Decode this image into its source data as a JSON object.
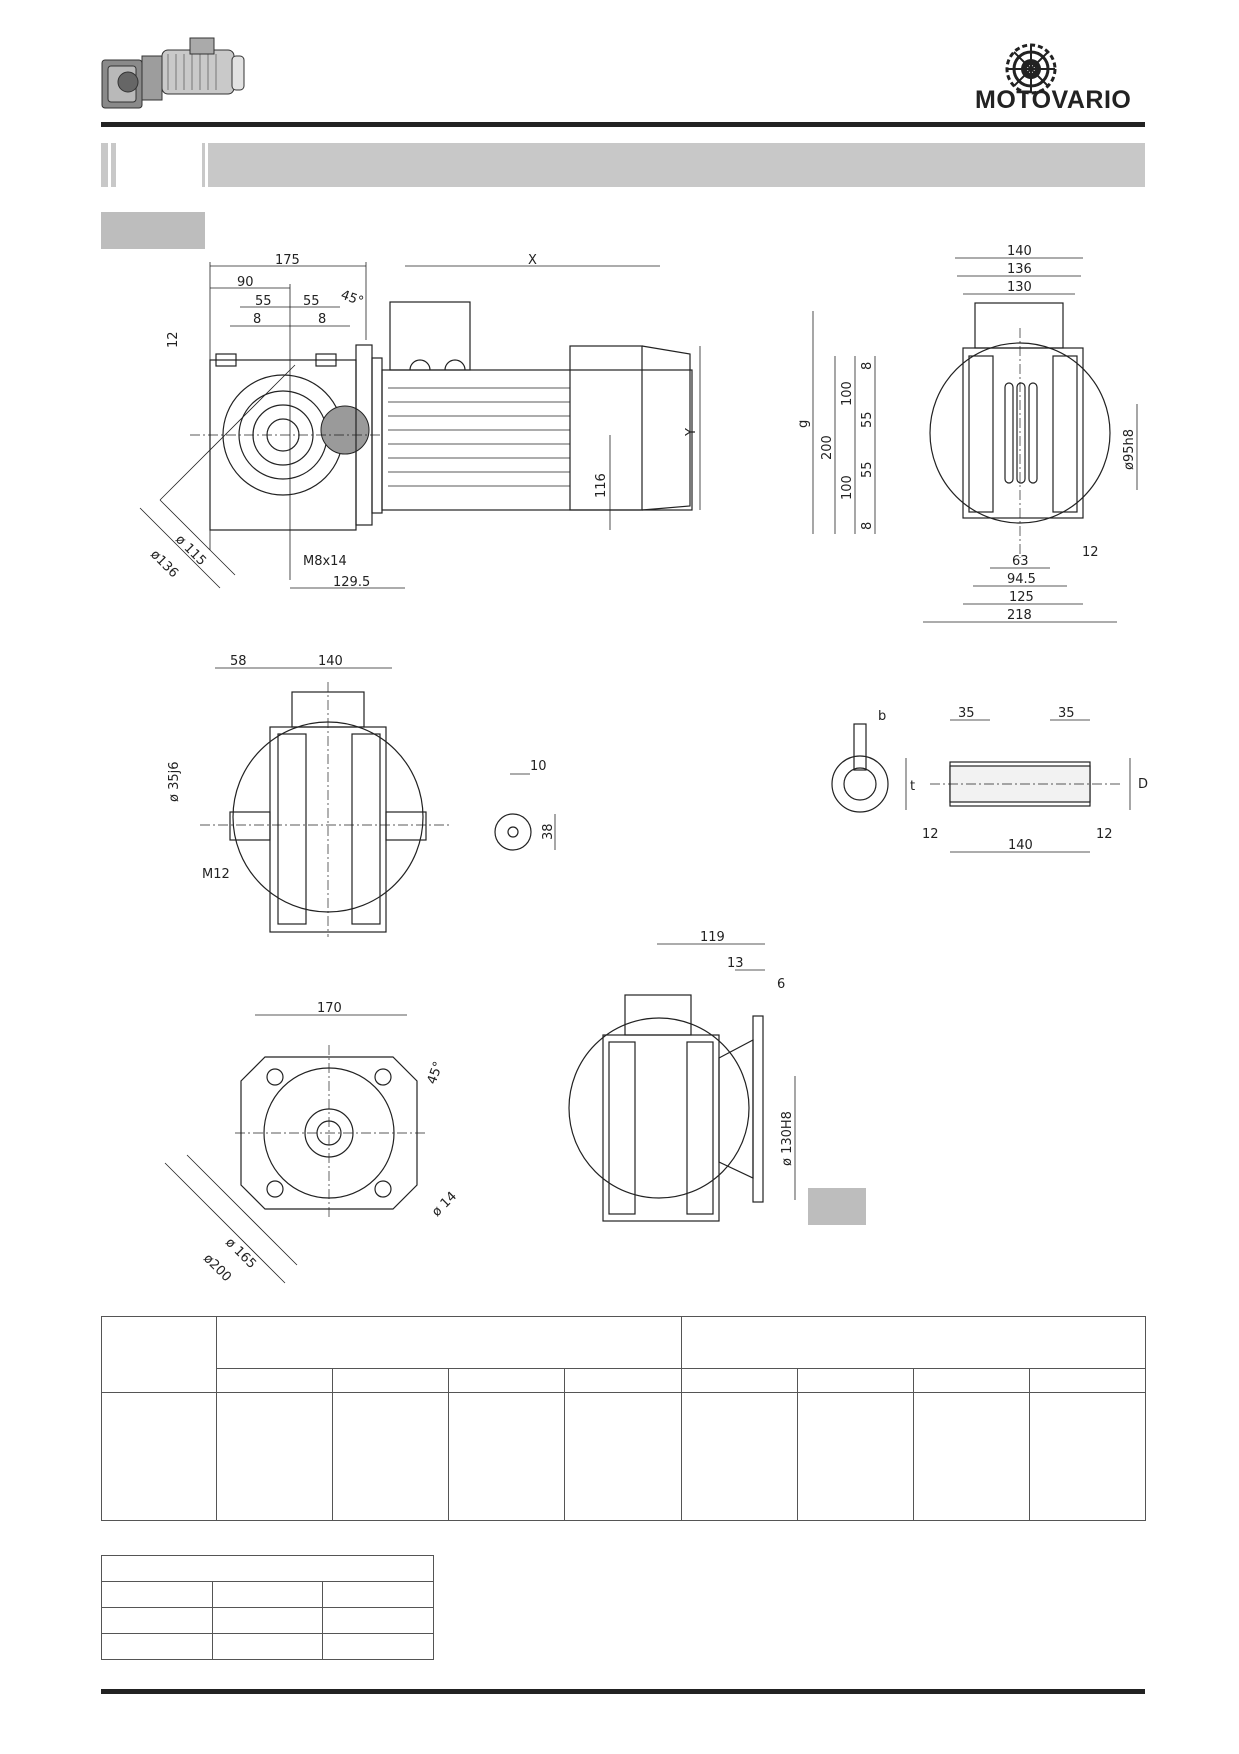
{
  "brand": {
    "logo_text": "MOTOVARIO"
  },
  "colors": {
    "band_grey": "#c8c8c8",
    "tag_grey": "#bdbdbd",
    "rule": "#222222"
  },
  "icons": [
    "gearmotor-thumbnail-icon",
    "motovario-emblem-icon"
  ],
  "dimensions": {
    "side_view": {
      "d175": "175",
      "d90": "90",
      "d55a": "55",
      "d55b": "55",
      "d8a": "8",
      "d8b": "8",
      "d12": "12",
      "angle45": "45°",
      "dia115": "ø 115",
      "dia136": "ø136",
      "thread": "M8x14",
      "d129_5": "129.5",
      "dX": "X",
      "dY": "Y",
      "d116": "116"
    },
    "front_view": {
      "d140": "140",
      "d136": "136",
      "d130": "130",
      "g": "g",
      "d200": "200",
      "d100a": "100",
      "d100b": "100",
      "d8a": "8",
      "d8b": "8",
      "d55a": "55",
      "d55b": "55",
      "dia95": "ø95h8",
      "d12": "12",
      "d63": "63",
      "d94_5": "94.5",
      "d125": "125",
      "d218": "218"
    },
    "shaft_view": {
      "d58": "58",
      "d140": "140",
      "dia35": "ø 35j6",
      "thread": "M12"
    },
    "key_detail": {
      "d10": "10",
      "d38": "38"
    },
    "hollow_shaft": {
      "b": "b",
      "t": "t",
      "D": "D",
      "d35a": "35",
      "d35b": "35",
      "d12a": "12",
      "d12b": "12",
      "d140": "140"
    },
    "flange_face": {
      "d170": "170",
      "angle45": "45°",
      "dia165": "ø 165",
      "dia200": "ø200",
      "dia14": "ø 14"
    },
    "flange_side": {
      "d119": "119",
      "d13": "13",
      "d6": "6",
      "dia130": "ø 130H8"
    }
  }
}
